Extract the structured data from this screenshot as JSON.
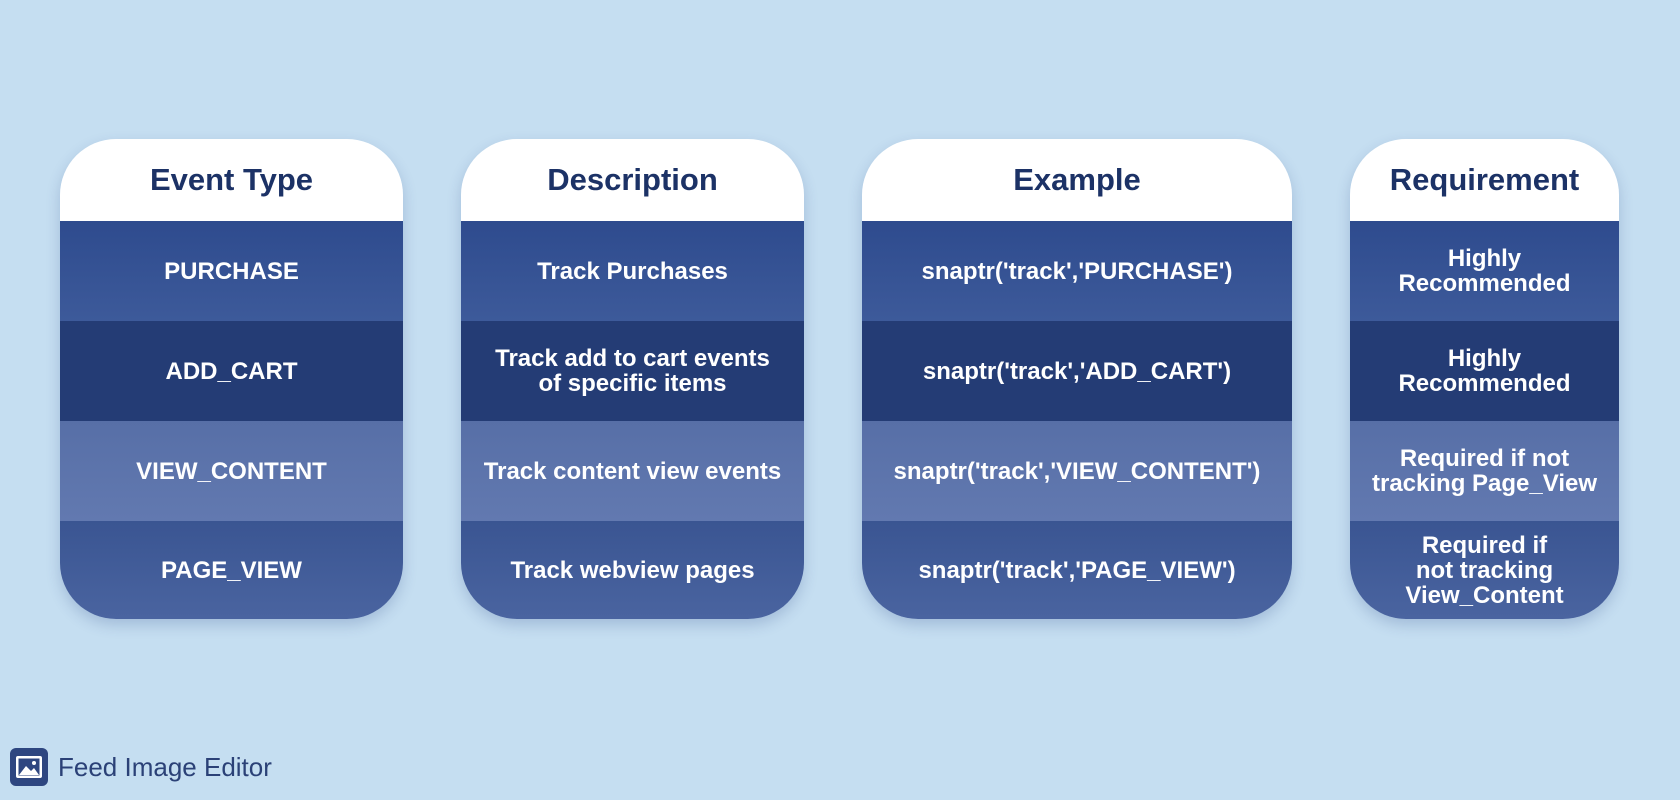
{
  "table": {
    "headers": [
      "Event Type",
      "Description",
      "Example",
      "Requirement"
    ],
    "rows": [
      [
        "PURCHASE",
        "Track Purchases",
        "snaptr('track','PURCHASE')",
        "Highly\nRecommended"
      ],
      [
        "ADD_CART",
        "Track add to cart events\nof specific items",
        "snaptr('track','ADD_CART')",
        "Highly\nRecommended"
      ],
      [
        "VIEW_CONTENT",
        "Track content view events",
        "snaptr('track','VIEW_CONTENT')",
        "Required if not\ntracking Page_View"
      ],
      [
        "PAGE_VIEW",
        "Track webview pages",
        "snaptr('track','PAGE_VIEW')",
        "Required if\nnot tracking\nView_Content"
      ]
    ]
  },
  "footer": {
    "brand": "Feed Image Editor",
    "icon": "image-icon"
  },
  "colors": {
    "background": "#c5def1",
    "header_text": "#1c3266",
    "row_purchase": "#34518f",
    "row_add_cart": "#243c75",
    "row_view_content": "#5d74ab",
    "row_page_view": "#425c99"
  }
}
